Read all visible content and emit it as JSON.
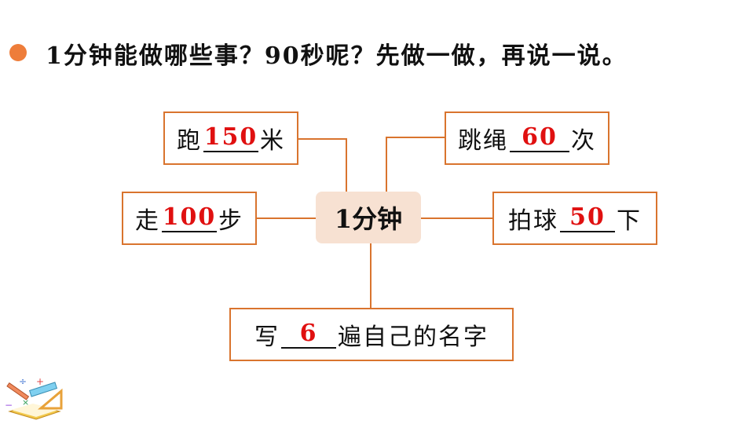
{
  "question": {
    "text": "1分钟能做哪些事？90秒呢？先做一做，再说一说。"
  },
  "center": {
    "label": "1分钟"
  },
  "activities": {
    "run": {
      "prefix": "跑",
      "value": "150",
      "suffix": "米"
    },
    "jump_rope": {
      "prefix": "跳绳",
      "value": "60",
      "suffix": "次"
    },
    "walk": {
      "prefix": "走",
      "value": "100",
      "suffix": "步"
    },
    "bounce_ball": {
      "prefix": "拍球",
      "value": "50",
      "suffix": "下"
    },
    "write_name": {
      "prefix": "写",
      "value": "6",
      "suffix": "遍自己的名字"
    }
  },
  "colors": {
    "accent": "#ee7d3a",
    "box_border": "#d9742e",
    "center_fill": "#f7e1d2",
    "answer": "#e01010"
  },
  "icons": {
    "bullet": "orange-dot-icon",
    "decoration": "math-supplies-icon"
  }
}
